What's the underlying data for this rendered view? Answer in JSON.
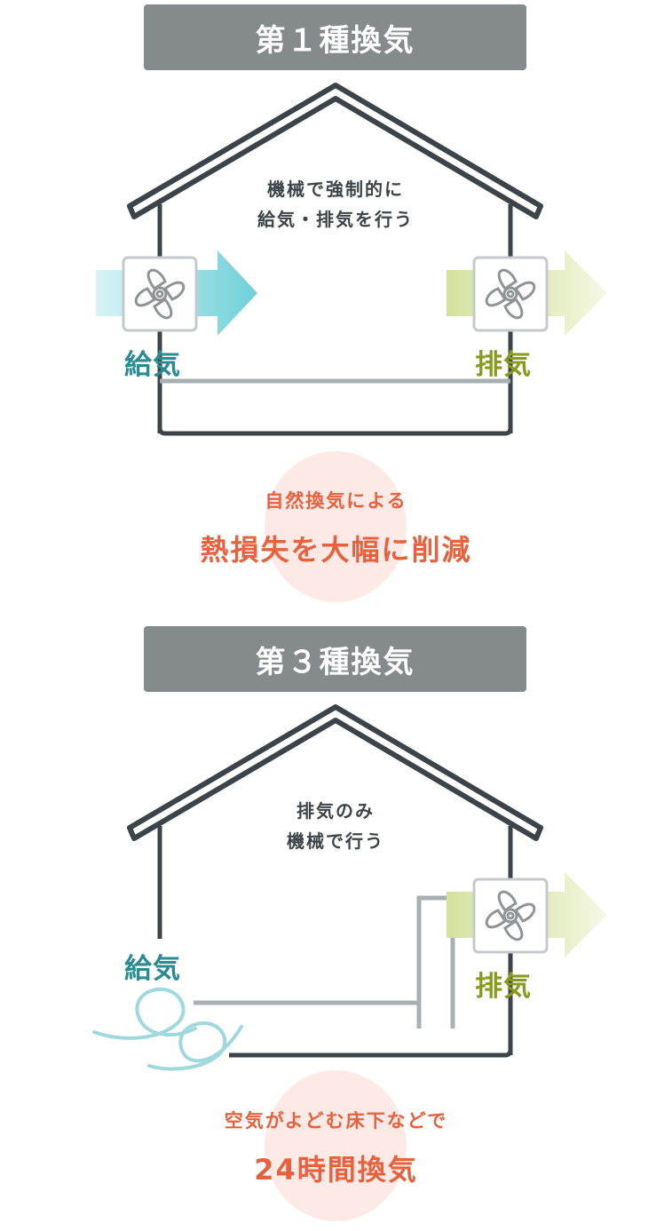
{
  "section1": {
    "title": "第１種換気",
    "description_line1": "機械で強制的に",
    "description_line2": "給気・排気を行う",
    "supply_label": "給気",
    "exhaust_label": "排気",
    "benefit_line1": "自然換気による",
    "benefit_line2": "熱損失を大幅に削減"
  },
  "section3": {
    "title": "第３種換気",
    "description_line1": "排気のみ",
    "description_line2": "機械で行う",
    "supply_label": "給気",
    "exhaust_label": "排気",
    "benefit_line1": "空気がよどむ床下などで",
    "benefit_line2": "24時間換気"
  },
  "colors": {
    "title_bar": "#858b8c",
    "house_line": "#3c4449",
    "duct_line": "#a9b0b2",
    "supply": "#2a8c92",
    "supply_arrow": "#6fcfd6",
    "exhaust": "#8a9a1e",
    "exhaust_arrow": "#d7e3a6",
    "accent": "#e8613e",
    "accent_bg": "#fdeae6"
  }
}
